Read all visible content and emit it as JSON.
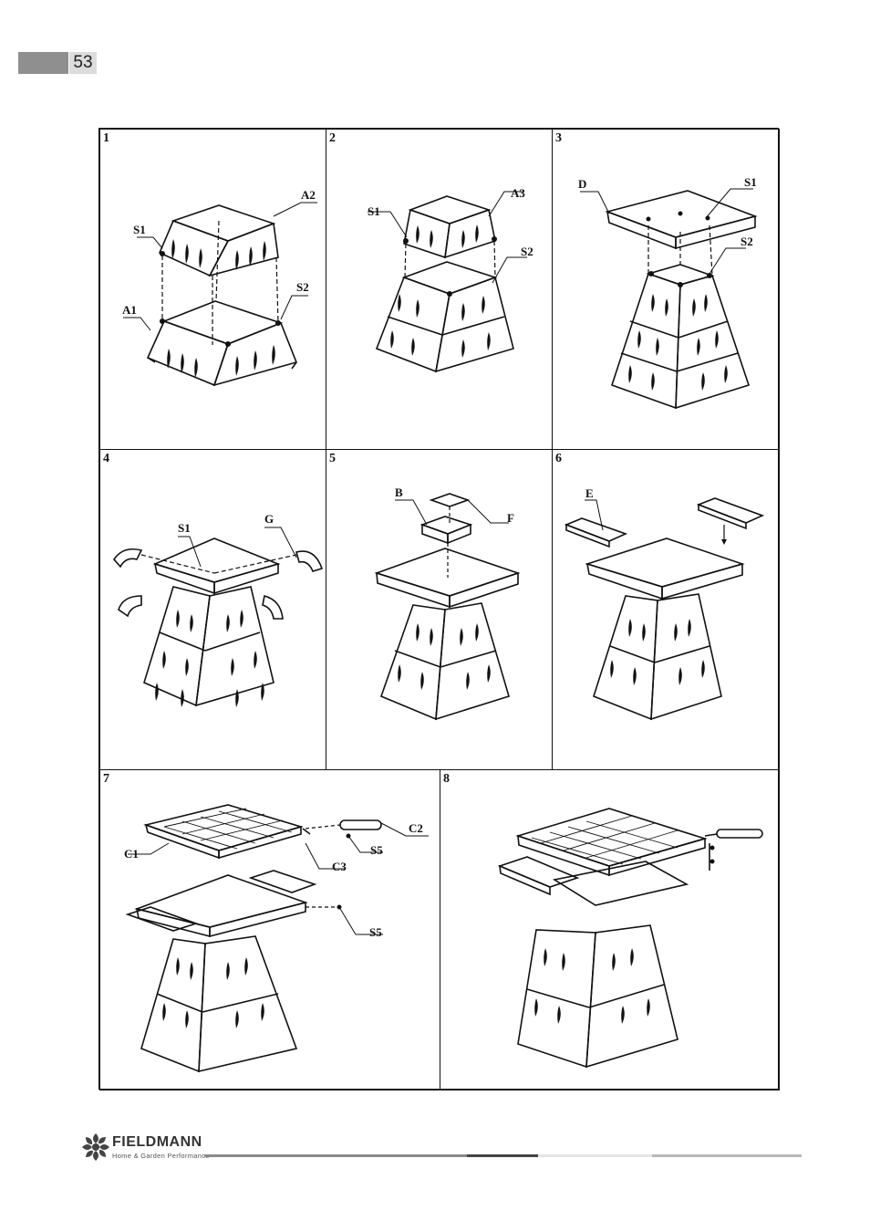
{
  "page": {
    "number": "53"
  },
  "brand": {
    "name": "FIELDMANN",
    "tagline": "Home & Garden Performance"
  },
  "steps": [
    {
      "number": "1",
      "labels": [
        "A2",
        "S1",
        "S2",
        "A1"
      ]
    },
    {
      "number": "2",
      "labels": [
        "S1",
        "A3",
        "S2"
      ]
    },
    {
      "number": "3",
      "labels": [
        "D",
        "S1",
        "S2"
      ]
    },
    {
      "number": "4",
      "labels": [
        "S1",
        "G"
      ]
    },
    {
      "number": "5",
      "labels": [
        "B",
        "F"
      ]
    },
    {
      "number": "6",
      "labels": [
        "E"
      ]
    },
    {
      "number": "7",
      "labels": [
        "C2",
        "C1",
        "S5",
        "C3",
        "S5"
      ]
    },
    {
      "number": "8",
      "labels": []
    }
  ],
  "colors": {
    "ink": "#111111",
    "tab": "#8f8f8f",
    "tab_light": "#dcdcdc"
  }
}
